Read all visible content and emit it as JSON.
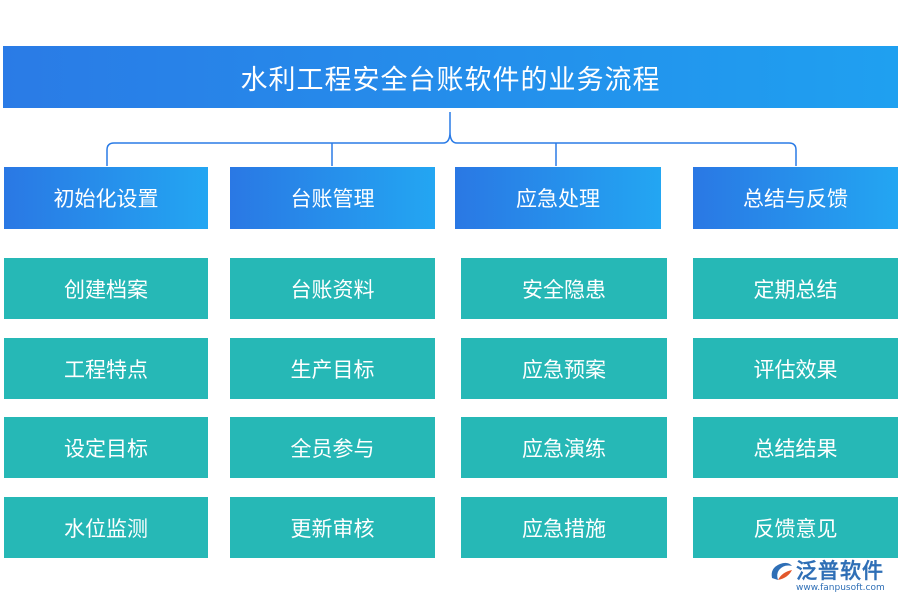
{
  "title": "水利工程安全台账软件的业务流程",
  "columns": [
    {
      "header": "初始化设置",
      "items": [
        "创建档案",
        "工程特点",
        "设定目标",
        "水位监测"
      ]
    },
    {
      "header": "台账管理",
      "items": [
        "台账资料",
        "生产目标",
        "全员参与",
        "更新审核"
      ]
    },
    {
      "header": "应急处理",
      "items": [
        "安全隐患",
        "应急预案",
        "应急演练",
        "应急措施"
      ]
    },
    {
      "header": "总结与反馈",
      "items": [
        "定期总结",
        "评估效果",
        "总结结果",
        "反馈意见"
      ]
    }
  ],
  "logo": {
    "name": "泛普软件",
    "url": "www.fanpusoft.com",
    "icon": "fanpu-logo-icon"
  },
  "colors": {
    "title_bar": "#2a7be6",
    "header_box": "#23a6f2",
    "item_box": "#26b8b6",
    "connector": "#2a7be6",
    "logo": "#2f6fb6"
  }
}
